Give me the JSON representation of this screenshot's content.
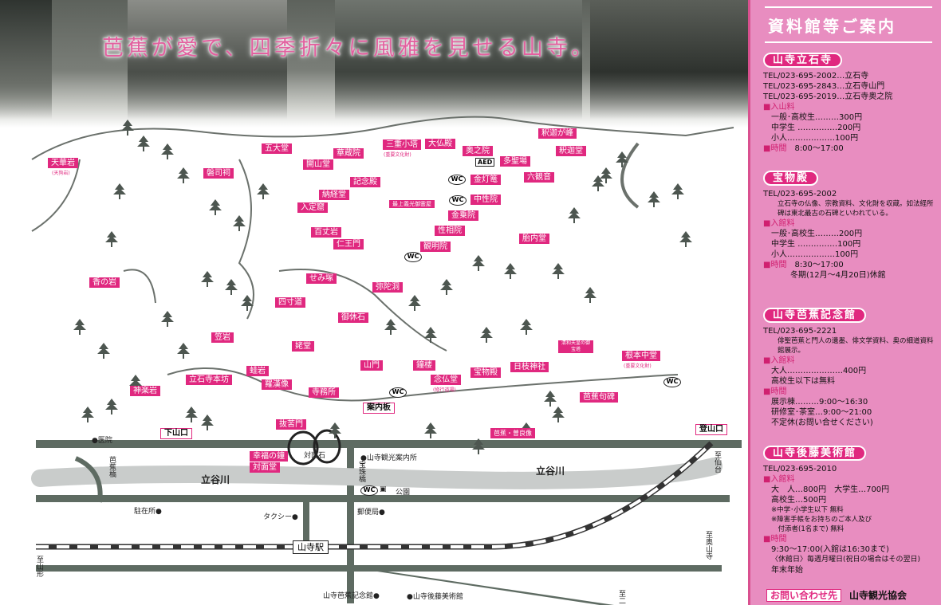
{
  "tagline": "芭蕉が愛で、四季折々に風雅を見せる山寺。",
  "map": {
    "labels": {
      "tenge": "天華岩",
      "tenge_sub": "(天狗岩)",
      "godaido": "五大堂",
      "kaisando": "開山堂",
      "kezoin": "華蔵院",
      "sanju": "三重小塔",
      "sanju_sub": "(重要文化財)",
      "daibutsu": "大仏殿",
      "okunoin": "奥之院",
      "tashoba": "多聖場",
      "shakagamine": "釈迦が峰",
      "shakado": "釈迦堂",
      "rokkannon": "六観音",
      "kintoro": "金灯篭",
      "chushoin": "中性院",
      "kinjoin": "金乗院",
      "shosoin": "性相院",
      "kanmyoin": "観明院",
      "tainaido": "胎内堂",
      "banjishi": "磐司祠",
      "kinenden": "記念殿",
      "nokyodo": "納経堂",
      "mogami": "最上義光御霊屋",
      "nyujo": "入定窟",
      "hyakujo": "百丈岩",
      "niomon": "仁王門",
      "konoiwa": "香の岩",
      "semizuka": "せみ塚",
      "midabora": "弥陀洞",
      "shisundo": "四寸道",
      "oyasumi": "御休石",
      "kasaiwa": "笠岩",
      "ubado": "姥堂",
      "kaeruiwa": "蛙岩",
      "sanmon": "山門",
      "shoro": "鐘楼",
      "nenbutsu": "念仏堂",
      "nenbutsu_sub": "(修行道場)",
      "homotsuden": "宝物殿",
      "hie": "日枝神社",
      "seiwa": "清和天皇の御宝塔",
      "konponchudo": "根本中堂",
      "konpon_sub": "(重要文化財)",
      "kuhi": "芭蕉句碑",
      "basho_sora": "芭蕉・曽良像",
      "honbo": "立石寺本坊",
      "kaguraiwa": "神楽岩",
      "rakan": "羅漢像",
      "jimusho": "寺務所",
      "bakkumon": "抜苦門",
      "koufuku": "幸福の鐘",
      "taimendo": "対面堂"
    },
    "signs": {
      "annaiban": "案内板",
      "gezanguchi": "下山口",
      "tozanguchi": "登山口"
    },
    "wc": "WC",
    "aed": "AED",
    "places": {
      "iin": "●医院",
      "bashobashi": "芭蕉橋",
      "river": "立谷川",
      "taimenseki": "対面石",
      "kanko": "●山寺観光案内所",
      "hoshubashi": "宝珠橋",
      "koen": "公園",
      "chuzaisho": "駐在所●",
      "taxi": "タクシー●",
      "yubin": "郵便局●",
      "station": "山寺駅",
      "to_yamagata": "至山形",
      "to_sendai": "至仙台",
      "to_okuyamadera": "至奥山寺",
      "to_futakuchi": "至二",
      "basho_museum": "山寺芭蕉記念館●",
      "goto_museum": "●山寺後藤美術館"
    }
  },
  "panel": {
    "title": "資料館等ご案内",
    "risshakuji": {
      "name": "山寺立石寺",
      "tels": [
        "TEL/023-695-2002…立石寺",
        "TEL/023-695-2843…立石寺山門",
        "TEL/023-695-2019…立石寺奥之院"
      ],
      "fee_label": "■入山料",
      "fees": [
        "一般･高校生………300円",
        "中学生 ……………200円",
        "小人………………100円"
      ],
      "time_label": "■時間",
      "time": "8:00～17:00"
    },
    "homotsuden": {
      "name": "宝物殿",
      "tel": "TEL/023-695-2002",
      "desc": "立石寺の仏像、宗教資料、文化財を収蔵。如法経所碑は東北最古の石碑といわれている。",
      "fee_label": "■入館料",
      "fees": [
        "一般･高校生………200円",
        "中学生 ……………100円",
        "小人………………100円"
      ],
      "time_label": "■時間",
      "time": "8:30～17:00",
      "closed": "冬期(12月～4月20日)休館"
    },
    "basho": {
      "name": "山寺芭蕉記念館",
      "tel": "TEL/023-695-2221",
      "desc": "俳聖芭蕉と門人の遺墨、俳文学資料、奥の細道資料館展示。",
      "fee_label": "■入館料",
      "fees": [
        "大人…………………400円",
        "高校生以下は無料"
      ],
      "time_label": "■時間",
      "times": [
        "展示棟………9:00～16:30",
        "研修室･茶室…9:00～21:00",
        "不定休(お問い合せください)"
      ]
    },
    "goto": {
      "name": "山寺後藤美術館",
      "tel": "TEL/023-695-2010",
      "fee_label": "■入館料",
      "fees": [
        "大　人…800円　大学生…700円",
        "高校生…500円"
      ],
      "notes": [
        "※中学･小学生以下 無料",
        "※障害手帳をお持ちのご本人及び",
        "　付添者(1名まで) 無料"
      ],
      "time_label": "■時間",
      "times": [
        "9:30～17:00(入館は16:30まで)",
        "〈休館日〉毎週月曜日(祝日の場合はその翌日)",
        "年末年始"
      ]
    },
    "contact_label": "お問い合わせ先",
    "contact_org": "山寺観光協会"
  },
  "colors": {
    "label": "#e0287f",
    "panel": "#e88dc0",
    "road": "#5e6b62",
    "river": "#c9cccb"
  }
}
